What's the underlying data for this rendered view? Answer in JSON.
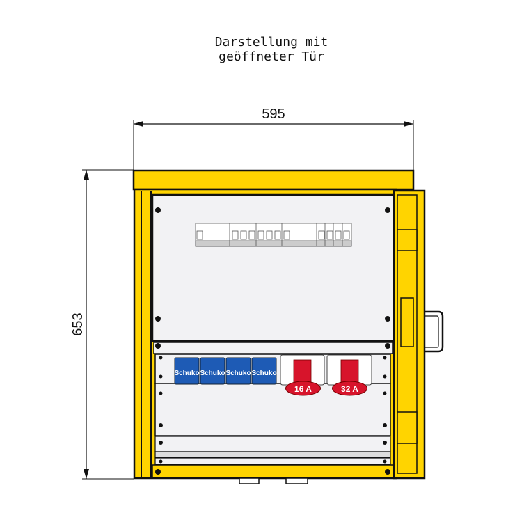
{
  "title": {
    "line1": "Darstellung mit",
    "line2": "geöffneter Tür"
  },
  "dimensions": {
    "width": "595",
    "height": "653"
  },
  "sockets": {
    "schuko": [
      "Schuko",
      "Schuko",
      "Schuko",
      "Schuko"
    ],
    "cee": [
      "16 A",
      "32 A"
    ]
  },
  "colors": {
    "housing": "#FFD400",
    "panel": "#F2F2F4",
    "schuko": "#1E5BB5",
    "cee": "#D7142B",
    "outline": "#111111"
  }
}
